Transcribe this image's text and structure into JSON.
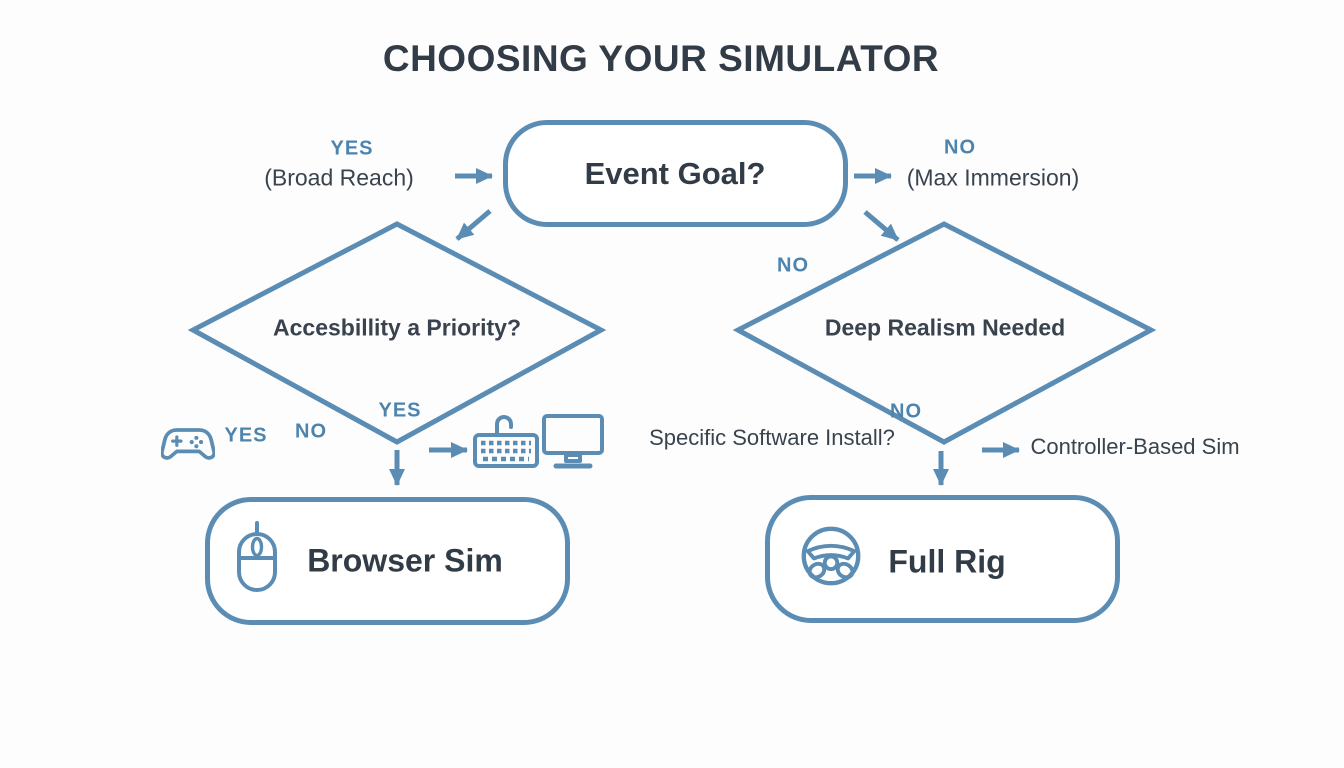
{
  "title": "CHOOSING YOUR SIMULATOR",
  "colors": {
    "accent_blue": "#5b8db4",
    "label_blue": "#4d84ae",
    "text_dark": "#39434e",
    "node_text_dark": "#323c47"
  },
  "root": {
    "label": "Event Goal?"
  },
  "left_branch": {
    "answer": "YES",
    "note": "(Broad Reach)",
    "question": "Accesbillity a Priority?",
    "bottom_yes": "YES",
    "gamepad_yes": "YES",
    "gamepad_no": "NO",
    "result": "Browser Sim"
  },
  "right_branch": {
    "answer": "NO",
    "note": "(Max Immersion)",
    "question": "Deep Realism Needed",
    "upper_no": "NO",
    "bottom_no": "NO",
    "side_question": "Specific Software Install?",
    "side_result": "Controller-Based Sim",
    "result": "Full Rig"
  },
  "icons": [
    "gamepad-icon",
    "keyboard-icon",
    "monitor-icon",
    "mouse-icon",
    "steering-wheel-icon"
  ]
}
